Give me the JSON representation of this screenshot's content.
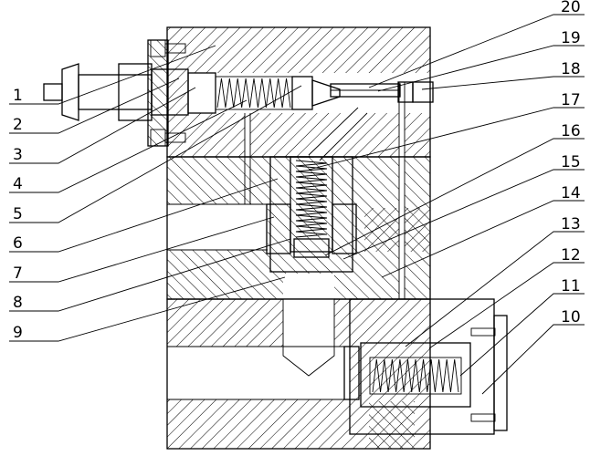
{
  "labels_left": [
    {
      "id": "1",
      "text": "1"
    },
    {
      "id": "2",
      "text": "2"
    },
    {
      "id": "3",
      "text": "3"
    },
    {
      "id": "4",
      "text": "4"
    },
    {
      "id": "5",
      "text": "5"
    },
    {
      "id": "6",
      "text": "6"
    },
    {
      "id": "7",
      "text": "7"
    },
    {
      "id": "8",
      "text": "8"
    },
    {
      "id": "9",
      "text": "9"
    }
  ],
  "labels_right": [
    {
      "id": "20",
      "text": "20"
    },
    {
      "id": "19",
      "text": "19"
    },
    {
      "id": "18",
      "text": "18"
    },
    {
      "id": "17",
      "text": "17"
    },
    {
      "id": "16",
      "text": "16"
    },
    {
      "id": "15",
      "text": "15"
    },
    {
      "id": "14",
      "text": "14"
    },
    {
      "id": "13",
      "text": "13"
    },
    {
      "id": "12",
      "text": "12"
    },
    {
      "id": "11",
      "text": "11"
    },
    {
      "id": "10",
      "text": "10"
    }
  ]
}
